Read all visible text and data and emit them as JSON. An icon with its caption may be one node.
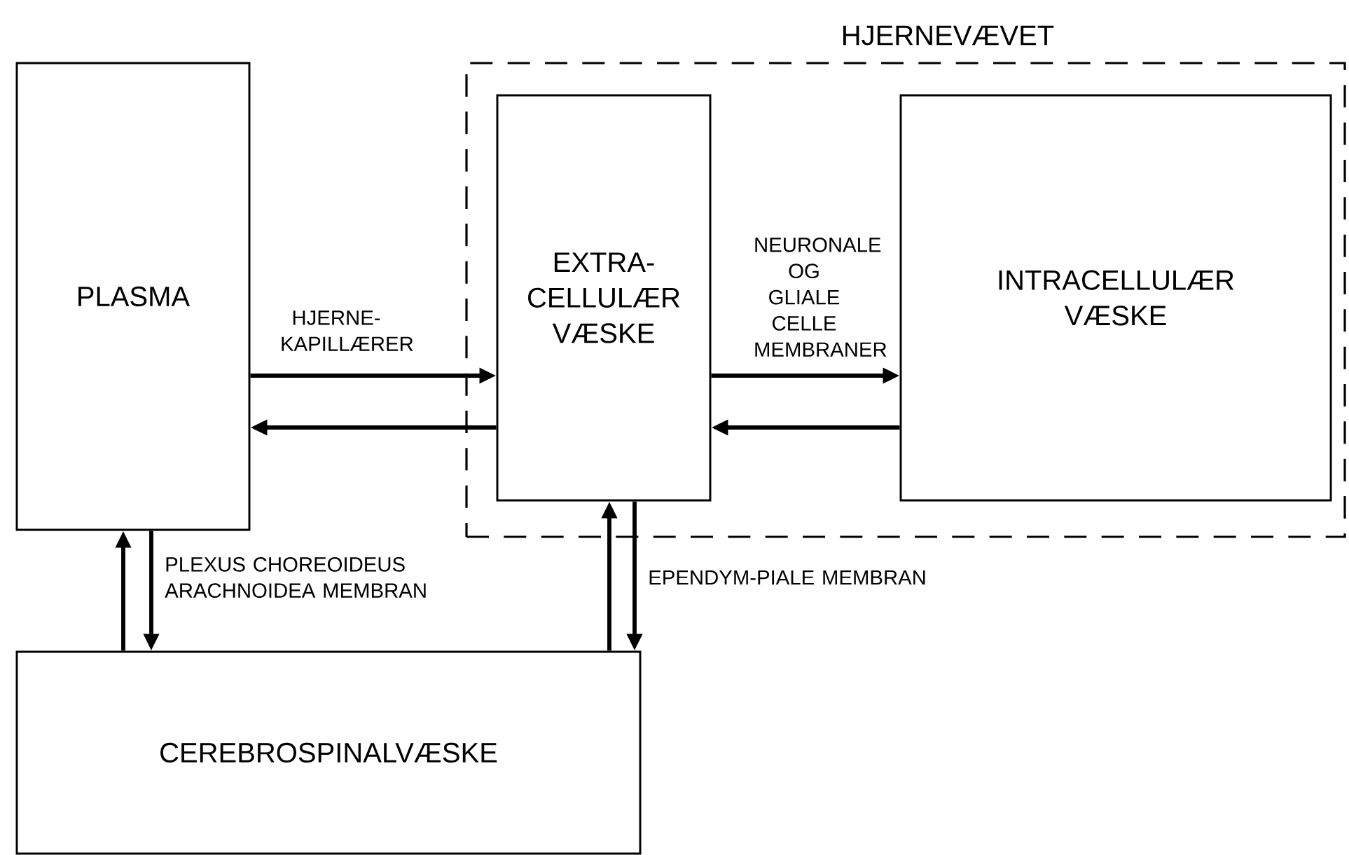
{
  "diagram": {
    "nodes": [
      {
        "text": [
          "HJERNEVÆVET"
        ]
      },
      {
        "text": [
          "PLASMA"
        ]
      },
      {
        "text": [
          "EXTRA- CELLULÆR VÆSKE"
        ],
        "in": 0
      },
      {
        "text": [
          "INTRACELLULÆR VÆSKE"
        ],
        "in": 0
      },
      {
        "text": [
          "CEREBROSPINALVÆSKE"
        ]
      }
    ],
    "edges": [
      {
        "from": 1,
        "to": 2,
        "arrow": "to",
        "label": "HJERNE- KAPILLÆRER"
      },
      {
        "from": 2,
        "to": 1,
        "arrow": "to"
      },
      {
        "from": 2,
        "to": 3,
        "arrow": "to",
        "label": "NEURONALE OG GLIALE CELLE MEMBRANER"
      },
      {
        "from": 3,
        "to": 2,
        "arrow": "to"
      },
      {
        "from": 4,
        "to": 1,
        "arrow": "to"
      },
      {
        "from": 1,
        "to": 4,
        "arrow": "to",
        "label": "PLEXUS CHOREOIDEUS ARACHNOIDEA MEMBRAN"
      },
      {
        "from": 4,
        "to": 2,
        "arrow": "to"
      },
      {
        "from": 2,
        "to": 4,
        "arrow": "to",
        "label": "EPENDYM-PIALE MEMBRAN"
      }
    ]
  }
}
